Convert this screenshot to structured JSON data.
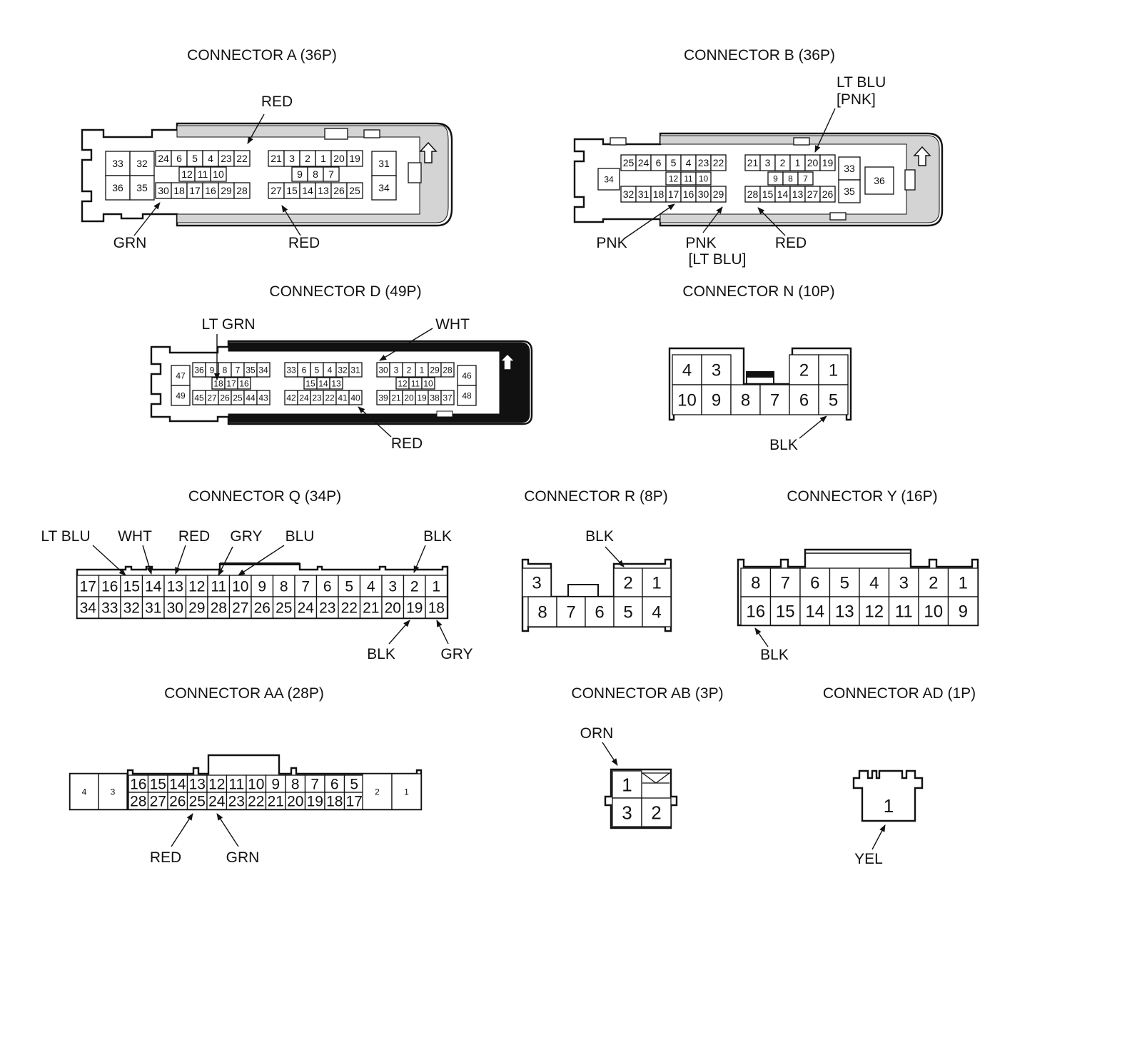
{
  "titles": {
    "a": "CONNECTOR A (36P)",
    "b": "CONNECTOR B (36P)",
    "d": "CONNECTOR D (49P)",
    "n": "CONNECTOR N (10P)",
    "q": "CONNECTOR Q (34P)",
    "r": "CONNECTOR R (8P)",
    "y": "CONNECTOR Y (16P)",
    "aa": "CONNECTOR AA (28P)",
    "ab": "CONNECTOR AB (3P)",
    "ad": "CONNECTOR AD (1P)"
  },
  "wires": {
    "a_red_top": "RED",
    "a_grn": "GRN",
    "a_red_bottom": "RED",
    "b_ltblu": "LT BLU",
    "b_pnk_alt": "[PNK]",
    "b_pnk": "PNK",
    "b_pnk2": "PNK",
    "b_ltblu_alt": "[LT BLU]",
    "b_red": "RED",
    "d_ltgrn": "LT GRN",
    "d_wht": "WHT",
    "d_red": "RED",
    "n_blk": "BLK",
    "q_ltblu": "LT BLU",
    "q_wht": "WHT",
    "q_red": "RED",
    "q_gry": "GRY",
    "q_blu": "BLU",
    "q_blk_top": "BLK",
    "q_blk_bottom": "BLK",
    "q_gry_bottom": "GRY",
    "r_blk": "BLK",
    "y_blk": "BLK",
    "aa_red": "RED",
    "aa_grn": "GRN",
    "ab_orn": "ORN",
    "ad_yel": "YEL"
  },
  "pins": {
    "a": {
      "left": [
        "33",
        "32",
        "36",
        "35"
      ],
      "top1": [
        "24",
        "6",
        "5",
        "4",
        "23",
        "22"
      ],
      "mid1": [
        "12",
        "11",
        "10"
      ],
      "bot1": [
        "30",
        "18",
        "17",
        "16",
        "29",
        "28"
      ],
      "top2": [
        "21",
        "3",
        "2",
        "1",
        "20",
        "19"
      ],
      "mid2": [
        "9",
        "8",
        "7"
      ],
      "bot2": [
        "27",
        "15",
        "14",
        "13",
        "26",
        "25"
      ],
      "right": [
        "31",
        "34"
      ]
    },
    "b": {
      "left": [
        "34"
      ],
      "top1": [
        "25",
        "24",
        "6",
        "5",
        "4",
        "23",
        "22"
      ],
      "mid1": [
        "12",
        "11",
        "10"
      ],
      "bot1": [
        "32",
        "31",
        "18",
        "17",
        "16",
        "30",
        "29"
      ],
      "top2": [
        "21",
        "3",
        "2",
        "1",
        "20",
        "19"
      ],
      "mid2": [
        "9",
        "8",
        "7"
      ],
      "bot2": [
        "28",
        "15",
        "14",
        "13",
        "27",
        "26"
      ],
      "right": [
        "33",
        "35"
      ],
      "far": [
        "36"
      ]
    },
    "d": {
      "left": [
        "47",
        "49"
      ],
      "top1": [
        "36",
        "9",
        "8",
        "7",
        "35",
        "34"
      ],
      "mid1": [
        "18",
        "17",
        "16"
      ],
      "bot1": [
        "45",
        "27",
        "26",
        "25",
        "44",
        "43"
      ],
      "top2": [
        "33",
        "6",
        "5",
        "4",
        "32",
        "31"
      ],
      "mid2": [
        "15",
        "14",
        "13"
      ],
      "bot2": [
        "42",
        "24",
        "23",
        "22",
        "41",
        "40"
      ],
      "top3": [
        "30",
        "3",
        "2",
        "1",
        "29",
        "28"
      ],
      "mid3": [
        "12",
        "11",
        "10"
      ],
      "bot3": [
        "39",
        "21",
        "20",
        "19",
        "38",
        "37"
      ],
      "right": [
        "46",
        "48"
      ]
    },
    "n": {
      "top_left": [
        "4",
        "3"
      ],
      "top_right": [
        "2",
        "1"
      ],
      "bottom": [
        "10",
        "9",
        "8",
        "7",
        "6",
        "5"
      ]
    },
    "q": {
      "top": [
        "17",
        "16",
        "15",
        "14",
        "13",
        "12",
        "11",
        "10",
        "9",
        "8",
        "7",
        "6",
        "5",
        "4",
        "3",
        "2",
        "1"
      ],
      "bottom": [
        "34",
        "33",
        "32",
        "31",
        "30",
        "29",
        "28",
        "27",
        "26",
        "25",
        "24",
        "23",
        "22",
        "21",
        "20",
        "19",
        "18"
      ]
    },
    "r": {
      "top_left": [
        "3"
      ],
      "top_right": [
        "2",
        "1"
      ],
      "bottom": [
        "8",
        "7",
        "6",
        "5",
        "4"
      ]
    },
    "y": {
      "top": [
        "8",
        "7",
        "6",
        "5",
        "4",
        "3",
        "2",
        "1"
      ],
      "bottom": [
        "16",
        "15",
        "14",
        "13",
        "12",
        "11",
        "10",
        "9"
      ]
    },
    "aa": {
      "left": [
        "4",
        "3"
      ],
      "top": [
        "16",
        "15",
        "14",
        "13",
        "12",
        "11",
        "10",
        "9",
        "8",
        "7",
        "6",
        "5"
      ],
      "bottom": [
        "28",
        "27",
        "26",
        "25",
        "24",
        "23",
        "22",
        "21",
        "20",
        "19",
        "18",
        "17"
      ],
      "right": [
        "2",
        "1"
      ]
    },
    "ab": {
      "top": [
        "1"
      ],
      "bottom": [
        "3",
        "2"
      ]
    },
    "ad": {
      "single": [
        "1"
      ]
    }
  }
}
